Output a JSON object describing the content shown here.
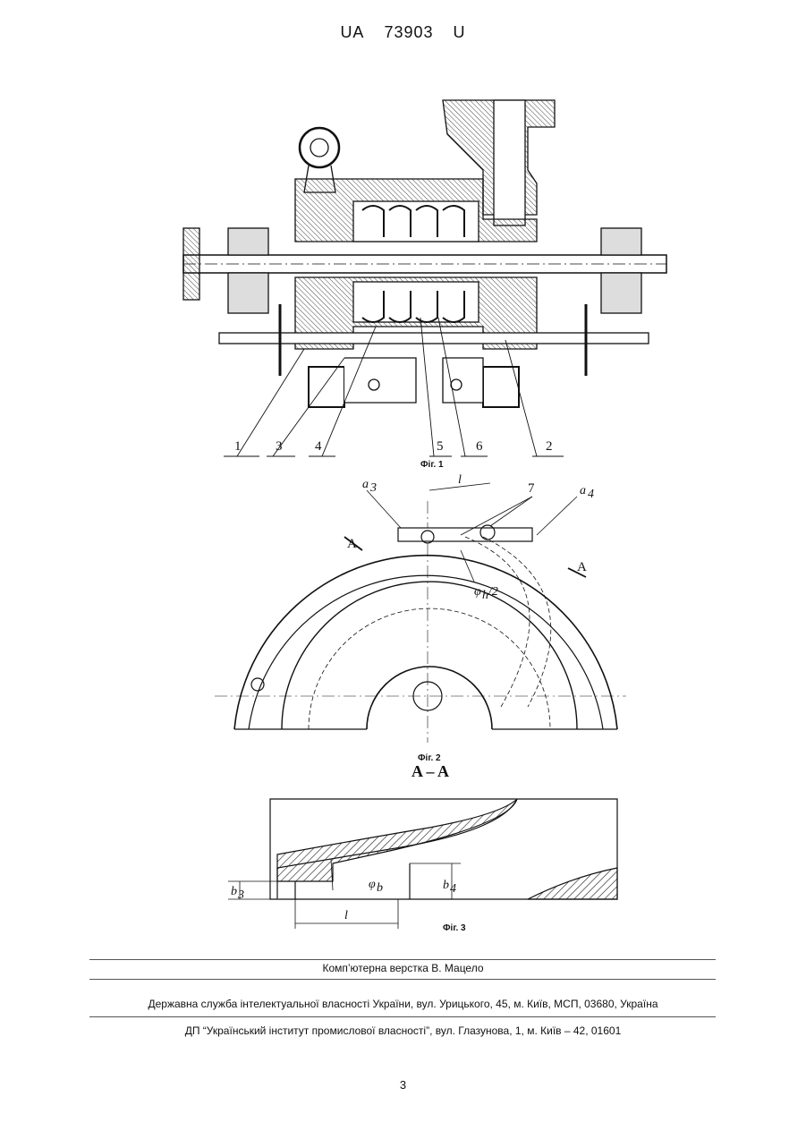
{
  "header": {
    "doc_code": "UA",
    "doc_number": "73903",
    "doc_kind": "U"
  },
  "figures": {
    "fig1": {
      "caption": "Фіг. 1",
      "callouts": [
        "1",
        "3",
        "4",
        "5",
        "6",
        "2"
      ]
    },
    "fig2": {
      "caption": "Фіг. 2",
      "labels": {
        "a3": "a",
        "a3_sub": "3",
        "l": "l",
        "seven": "7",
        "a4": "a",
        "a4_sub": "4",
        "A_left": "A",
        "A_right": "A",
        "phi": "φ",
        "phi_sub": "h",
        "phi_tail": "/2"
      }
    },
    "fig3": {
      "section_title": "A – A",
      "caption": "Фіг. 3",
      "labels": {
        "b3": "b",
        "b3_sub": "3",
        "b4": "b",
        "b4_sub": "4",
        "phi": "φ",
        "phi_sub": "b",
        "l": "l"
      }
    }
  },
  "footer": {
    "layout": "Комп’ютерна верстка В. Мацело",
    "agency": "Державна служба інтелектуальної власності України, вул. Урицького, 45, м. Київ, МСП, 03680, Україна",
    "institute": "ДП “Український інститут промислової власності”, вул. Глазунова, 1, м. Київ – 42, 01601"
  },
  "page_number": "3"
}
